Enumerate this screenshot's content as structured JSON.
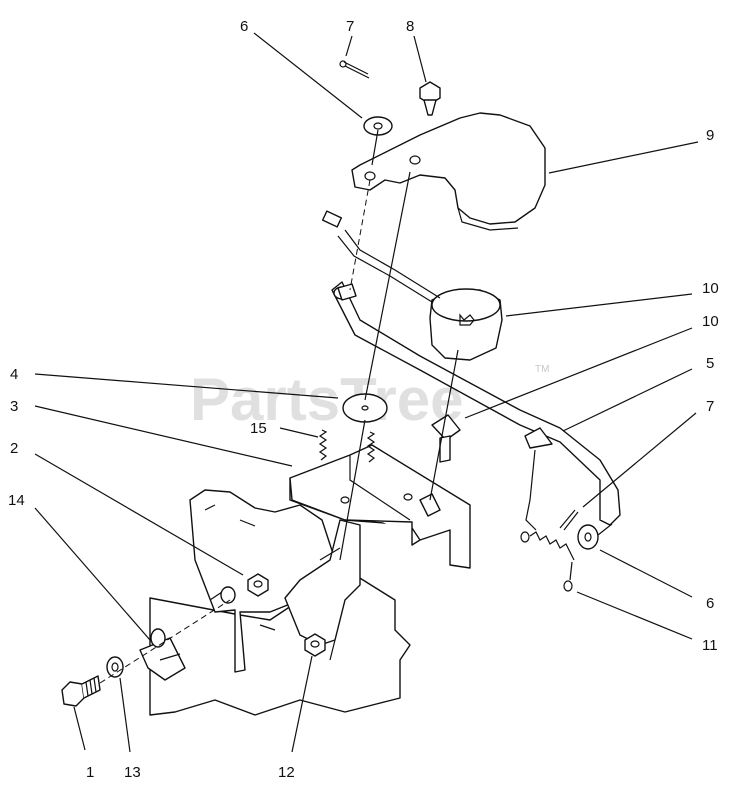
{
  "watermark": {
    "text": "PartsTree",
    "trademark": "TM"
  },
  "callouts": [
    {
      "id": "c1",
      "text": "1"
    },
    {
      "id": "c2",
      "text": "2"
    },
    {
      "id": "c3",
      "text": "3"
    },
    {
      "id": "c4",
      "text": "4"
    },
    {
      "id": "c5",
      "text": "5"
    },
    {
      "id": "c6a",
      "text": "6"
    },
    {
      "id": "c6b",
      "text": "6"
    },
    {
      "id": "c7a",
      "text": "7"
    },
    {
      "id": "c7b",
      "text": "7"
    },
    {
      "id": "c8",
      "text": "8"
    },
    {
      "id": "c9",
      "text": "9"
    },
    {
      "id": "c10a",
      "text": "10"
    },
    {
      "id": "c10b",
      "text": "10"
    },
    {
      "id": "c11",
      "text": "11"
    },
    {
      "id": "c12",
      "text": "12"
    },
    {
      "id": "c13",
      "text": "13"
    },
    {
      "id": "c14",
      "text": "14"
    },
    {
      "id": "c15",
      "text": "15"
    }
  ]
}
